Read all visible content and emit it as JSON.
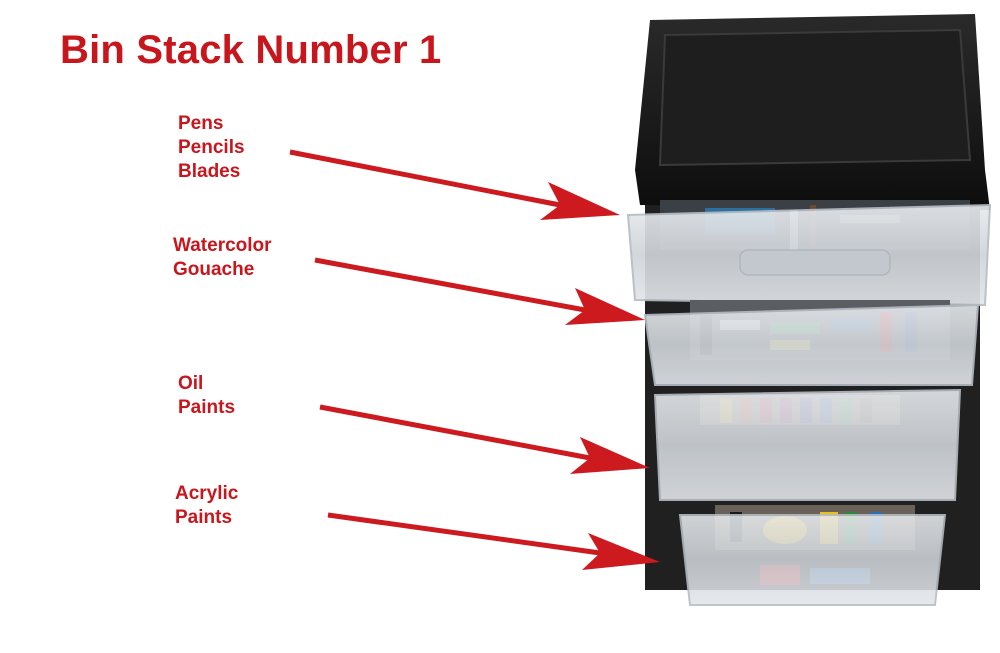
{
  "title": "Bin Stack Number 1",
  "labels": [
    {
      "lines": [
        "Pens",
        "Pencils",
        "Blades"
      ]
    },
    {
      "lines": [
        "Watercolor",
        "Gouache"
      ]
    },
    {
      "lines": [
        "Oil",
        "Paints"
      ]
    },
    {
      "lines": [
        "Acrylic",
        "Paints"
      ]
    }
  ],
  "colors": {
    "label_red": "#c8161d",
    "arrow_red": "#cc1a1f",
    "bin_lid": "#151515",
    "drawer_plastic": "#d9dde2"
  }
}
